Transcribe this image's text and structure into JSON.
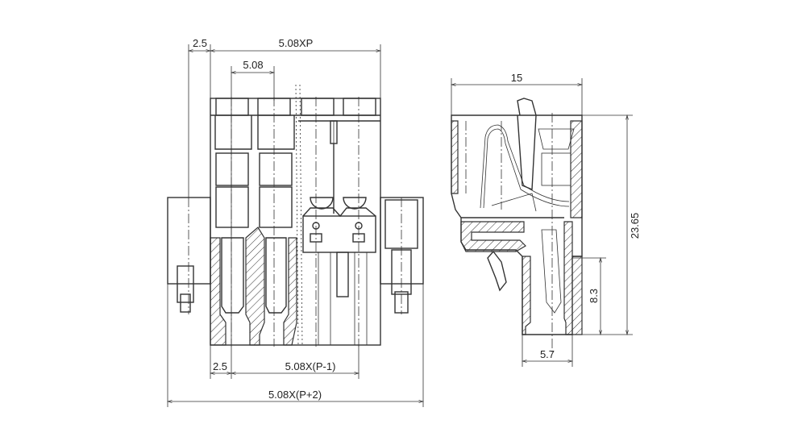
{
  "front_view": {
    "dimensions": {
      "top_offset": "2.5",
      "overall_pitch": "5.08XP",
      "pitch": "5.08",
      "bottom_offset": "2.5",
      "pin_span": "5.08X(P-1)",
      "overall_width": "5.08X(P+2)"
    }
  },
  "side_view": {
    "dimensions": {
      "depth": "15",
      "height": "23.65",
      "socket_height": "8.3",
      "socket_width": "5.7"
    }
  }
}
